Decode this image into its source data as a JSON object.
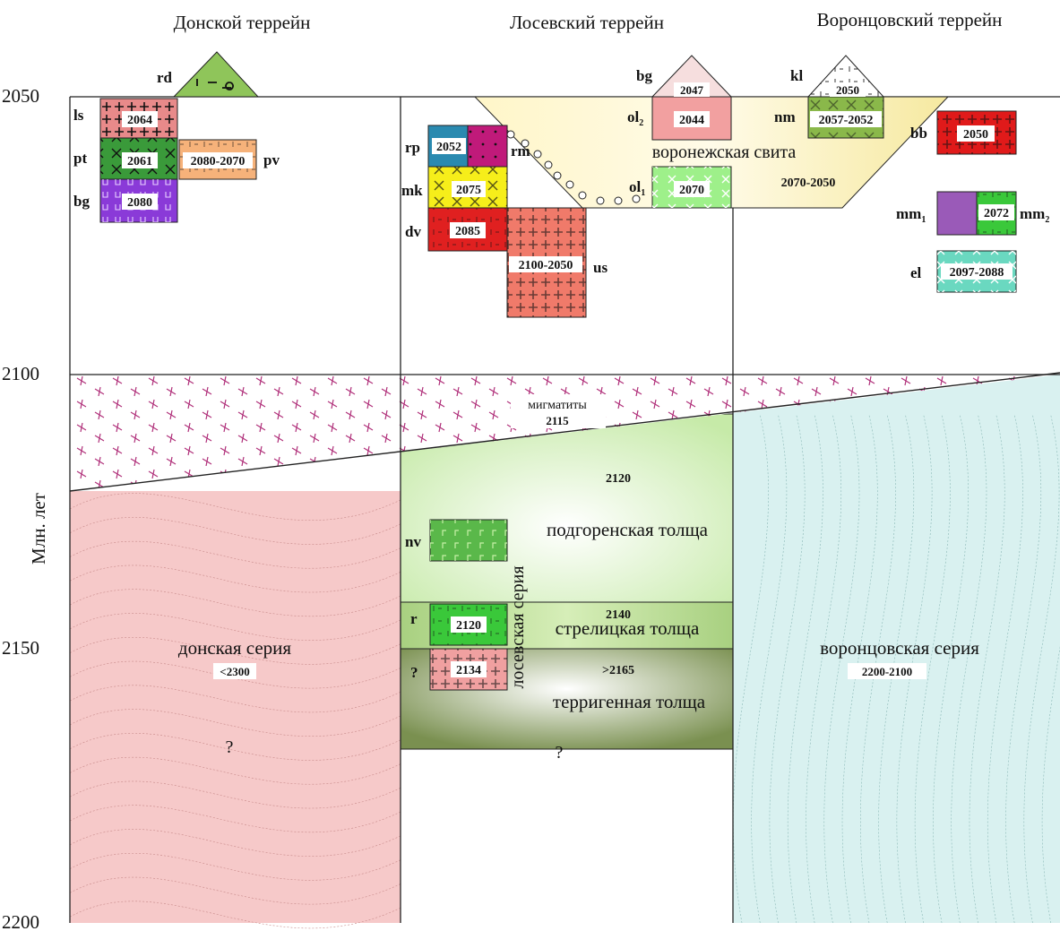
{
  "terranes": [
    {
      "id": "don",
      "name": "Донской террейн"
    },
    {
      "id": "los",
      "name": "Лосевский террейн"
    },
    {
      "id": "vor",
      "name": "Воронцовский террейн"
    }
  ],
  "axis": {
    "label": "Млн. лет",
    "ticks": [
      "2050",
      "2100",
      "2150",
      "2200"
    ]
  },
  "colors": {
    "don_series": "#f6c9c9",
    "vor_series": "#d9f1f0",
    "migmatite_hatch": "#b0307a",
    "voronezh_suite": "#fbf0b5",
    "podgorensk": "#dff5c8",
    "strelitsk": "#b5d98a",
    "terrigen": "#8ca060"
  },
  "units": {
    "rd": {
      "code": "rd",
      "age": "",
      "color": "#8fc55a"
    },
    "ls": {
      "code": "ls",
      "age": "2064",
      "color": "#e88a8a"
    },
    "pt": {
      "code": "pt",
      "age": "2061",
      "color": "#3a9a3a"
    },
    "pv": {
      "code": "pv",
      "age": "2080-2070",
      "color": "#f6b27a"
    },
    "bg_don": {
      "code": "bg",
      "age": "2080",
      "color": "#8a3ad8"
    },
    "rp": {
      "code": "rp",
      "age": "2052",
      "color": "#2a8ab0"
    },
    "rm": {
      "code": "rm",
      "age": "",
      "color": "#c01a7a"
    },
    "mk": {
      "code": "mk",
      "age": "2075",
      "color": "#f6ee1a"
    },
    "dv": {
      "code": "dv",
      "age": "2085",
      "color": "#e02020"
    },
    "us": {
      "code": "us",
      "age": "2100-2050",
      "color": "#f07a6a"
    },
    "bg_los": {
      "code": "bg",
      "age": "2047",
      "color": "#f6dede"
    },
    "ol2": {
      "code": "ol",
      "sub": "2",
      "age": "2044",
      "color": "#f2a0a0"
    },
    "ol1": {
      "code": "ol",
      "sub": "1",
      "age": "2070",
      "color": "#9ef08a"
    },
    "kl": {
      "code": "kl",
      "age": "2050",
      "color": "#7ab848"
    },
    "nm": {
      "code": "nm",
      "age": "2057-2052",
      "color": "#8ab84a"
    },
    "bb": {
      "code": "bb",
      "age": "2050",
      "color": "#e01a1a"
    },
    "mm1": {
      "code": "mm",
      "sub": "1",
      "color": "#9a5ab8"
    },
    "mm2": {
      "code": "mm",
      "sub": "2",
      "age": "2072",
      "color": "#3ac83a"
    },
    "el": {
      "code": "el",
      "age": "2097-2088",
      "color": "#6ad8c0"
    },
    "nv": {
      "code": "nv",
      "color": "#5ab84a"
    },
    "r": {
      "code": "r",
      "age": "2120",
      "color": "#3ac83a"
    },
    "q": {
      "code": "?",
      "age": "2134",
      "color": "#f0a0a0"
    }
  },
  "labels": {
    "voronezh_suite": "воронежская свита",
    "voronezh_age": "2070-2050",
    "migmatites": "мигматиты",
    "migmatites_age": "2115",
    "podgorensk_age": "2120",
    "podgorensk": "подгоренская толща",
    "strelitsk_age": "2140",
    "strelitsk": "стрелицкая толща",
    "terrigen_age": ">2165",
    "terrigen": "терригенная толща",
    "losevsk_series": "лосевская серия",
    "don_series": "донская серия",
    "don_age": "<2300",
    "don_q": "?",
    "los_q": "?",
    "vor_series": "воронцовская серия",
    "vor_age": "2200-2100"
  }
}
